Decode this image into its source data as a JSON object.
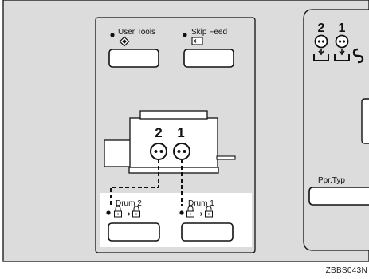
{
  "buttons": {
    "user_tools": "User Tools",
    "skip_feed": "Skip Feed",
    "drum2": "Drum 2",
    "drum1": "Drum 1",
    "paper_type": "Ppr.Typ"
  },
  "drums": {
    "label_2": "2",
    "label_1": "1"
  },
  "right_indicators": {
    "label_2": "2",
    "label_1": "1"
  },
  "figure_code": "ZBBS043N",
  "colors": {
    "panel": "#dcdcdc",
    "highlight": "#ffffff",
    "outline": "#111111"
  }
}
